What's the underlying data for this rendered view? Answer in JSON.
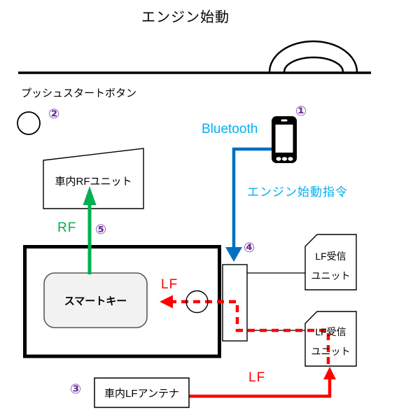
{
  "title": "エンジン始動",
  "labels": {
    "push_start": "プッシュスタートボタン",
    "rf_unit": "車内RFユニット",
    "bluetooth": "Bluetooth",
    "engine_cmd": "エンジン始動指令",
    "smart_key": "スマートキー",
    "lf_antenna": "車内LFアンテナ",
    "lf_recv1": "LF受信",
    "lf_recv2": "ユニット",
    "rf": "RF",
    "lf": "LF"
  },
  "steps": {
    "s1": "①",
    "s2": "②",
    "s3": "③",
    "s4": "④",
    "s5": "⑤"
  },
  "colors": {
    "purple": "#7030A0",
    "blue": "#0070C0",
    "cyan": "#00B0F0",
    "green": "#00B050",
    "red": "#FF0000",
    "key_fill": "#F2F2F2",
    "key_border": "#595959"
  }
}
